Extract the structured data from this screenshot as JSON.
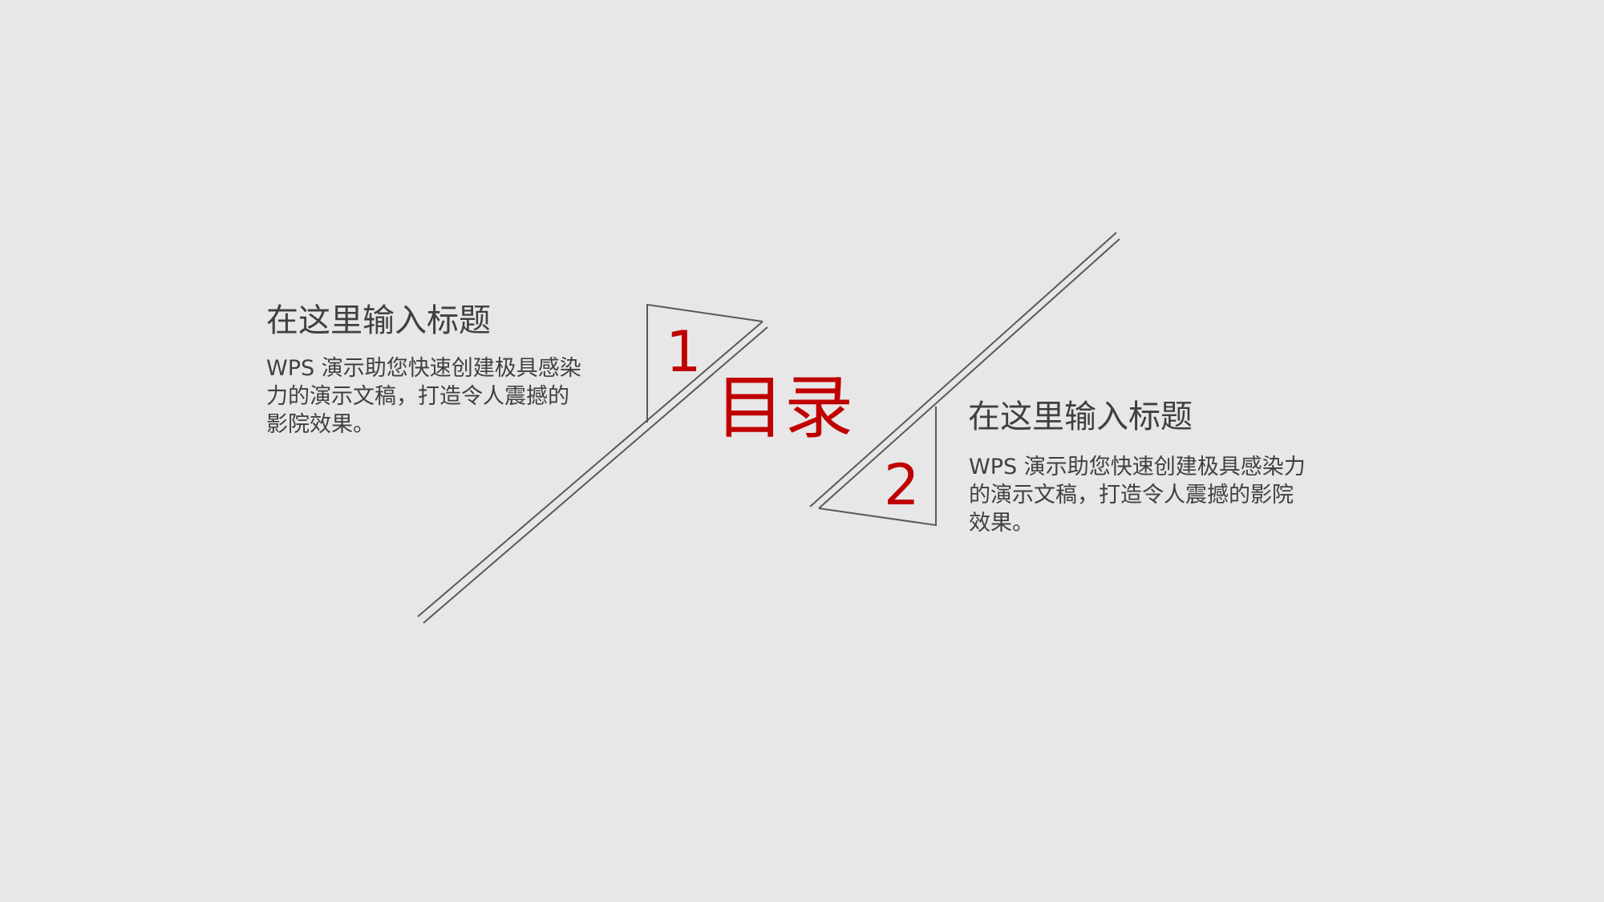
{
  "slide": {
    "heading": "目录",
    "colors": {
      "background": "#E7E7E7",
      "accent": "#C00000",
      "text": "#404040",
      "line": "#595959"
    },
    "items": [
      {
        "number": "1",
        "title": "在这里输入标题",
        "body_lines": [
          "WPS 演示助您快速创建极具感染",
          "力的演示文稿，打造令人震撼的",
          "影院效果。"
        ]
      },
      {
        "number": "2",
        "title": "在这里输入标题",
        "body_lines": [
          "WPS 演示助您快速创建极具感染力",
          "的演示文稿，打造令人震撼的影院",
          "效果。"
        ]
      }
    ]
  }
}
